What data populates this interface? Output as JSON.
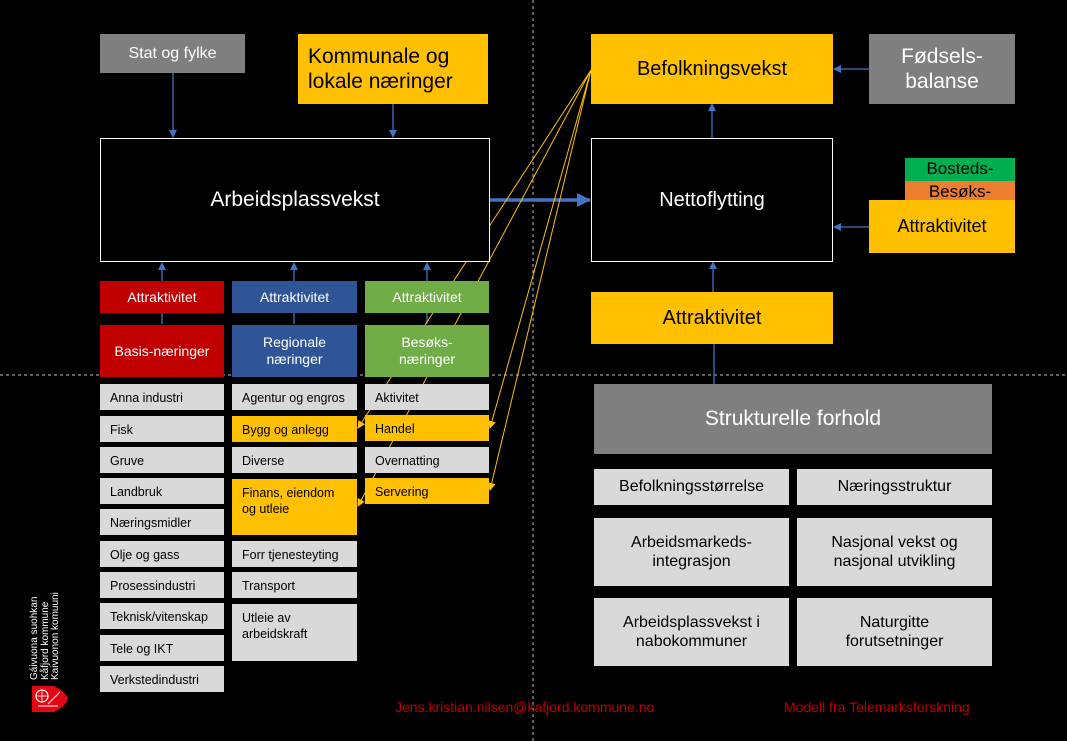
{
  "top_left": {
    "stat_og_fylke": "Stat og fylke",
    "kommunale_naeringer": "Kommunale  og lokale næringer"
  },
  "central": {
    "arbeidsplassvekst": "Arbeidsplassvekst",
    "nettoflytting": "Nettoflytting",
    "befolkningsvekst": "Befolkningsvekst",
    "fodselsbalanse": "Fødsels-balanse",
    "attraktivitet_main": "Attraktivitet"
  },
  "attractiveness_stack": {
    "bosteds": "Bosteds-",
    "besoks": "Besøks-",
    "attraktivitet": "Attraktivitet"
  },
  "sectors": [
    {
      "attraktivitet": "Attraktivitet",
      "name": "Basis-næringer",
      "color": "#c00000",
      "items": [
        "Anna industri",
        "Fisk",
        "Gruve",
        "Landbruk",
        "Næringsmidler",
        "Olje og gass",
        "Prosessindustri",
        "Teknisk/vitenskap",
        "Tele og IKT",
        "Verkstedindustri"
      ]
    },
    {
      "attraktivitet": "Attraktivitet",
      "name": "Regionale næringer",
      "color": "#2f5597",
      "items": [
        "Agentur og engros",
        "Bygg og anlegg",
        "Diverse",
        "Finans, eiendom og utleie",
        "Forr tjenesteyting",
        "Transport",
        "Utleie av arbeidskraft"
      ],
      "highlighted": [
        "Bygg og anlegg",
        "Finans, eiendom og utleie"
      ]
    },
    {
      "attraktivitet": "Attraktivitet",
      "name": "Besøks-næringer",
      "color": "#70ad47",
      "items": [
        "Aktivitet",
        "Handel",
        "Overnatting",
        "Servering"
      ],
      "highlighted": [
        "Handel",
        "Servering"
      ]
    }
  ],
  "structural": {
    "title": "Strukturelle forhold",
    "factors": [
      "Befolkningsstørrelse",
      "Næringsstruktur",
      "Arbeidsmarkeds-integrasjon",
      "Nasjonal vekst og nasjonal utvikling",
      "Arbeidsplassvekst i nabokommuner",
      "Naturgitte forutsetninger"
    ]
  },
  "logo": {
    "lines": [
      "Gáivuona suohkan",
      "Kåfjord kommune",
      "Kaivuonon komuuni"
    ]
  },
  "footer": {
    "email": "Jens.kristian.nilsen@kafjord.kommune.no",
    "credit": "Modell fra Telemarksforskning"
  },
  "colors": {
    "yellow": "#ffc000",
    "gray": "#7f7f7f",
    "light_gray": "#d9d9d9",
    "arrow_blue": "#4472c4",
    "red": "#c00000",
    "blue": "#2f5597",
    "green": "#70ad47",
    "orange": "#ed7d31",
    "bosteds_green": "#00b050"
  }
}
